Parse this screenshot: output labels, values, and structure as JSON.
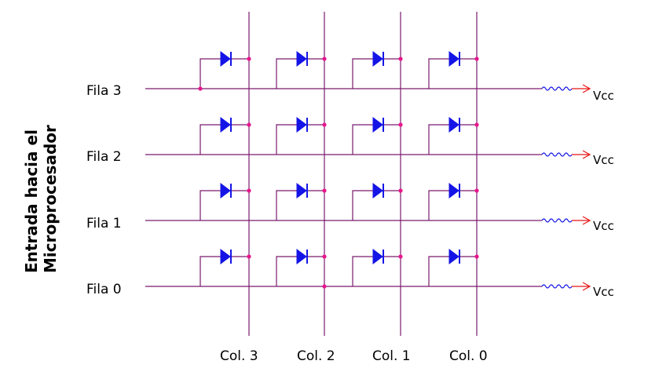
{
  "side_label": {
    "line1": "Entrada hacia el",
    "line2": "Microprocesador"
  },
  "rows": [
    "Fila 3",
    "Fila 2",
    "Fila 1",
    "Fila 0"
  ],
  "columns": [
    "Col. 3",
    "Col. 2",
    "Col. 1",
    "Col. 0"
  ],
  "supply_label": "Vcc",
  "colors": {
    "wire": "#7a1a6e",
    "diode": "#1414e6",
    "junction": "#e8168c",
    "resistor": "#1414e6",
    "arrow": "#e81414"
  }
}
